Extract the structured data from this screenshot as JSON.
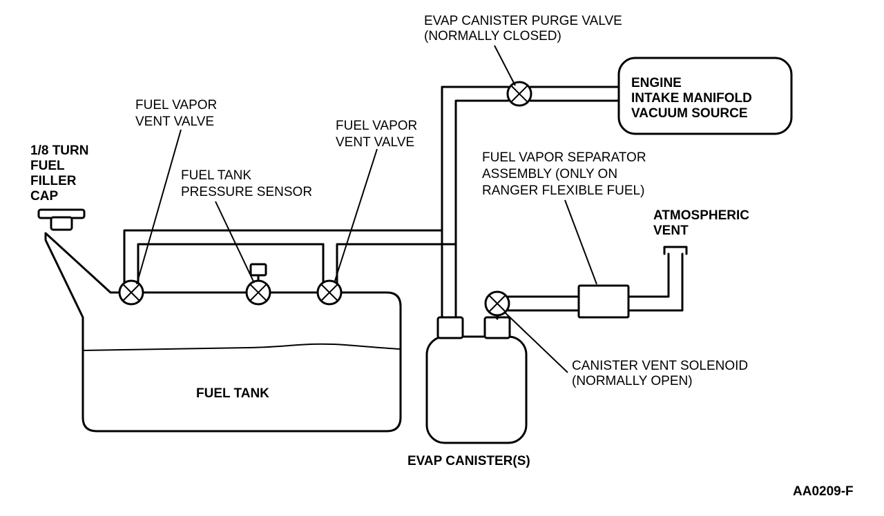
{
  "labels": {
    "filler_cap": [
      "1/8 TURN",
      "FUEL",
      "FILLER",
      "CAP"
    ],
    "vent_valve_left": [
      "FUEL VAPOR",
      "VENT VALVE"
    ],
    "pressure_sensor": [
      "FUEL TANK",
      "PRESSURE SENSOR"
    ],
    "vent_valve_right": [
      "FUEL VAPOR",
      "VENT VALVE"
    ],
    "purge_valve": [
      "EVAP CANISTER PURGE VALVE",
      "(NORMALLY CLOSED)"
    ],
    "engine": [
      "ENGINE",
      "INTAKE MANIFOLD",
      "VACUUM SOURCE"
    ],
    "separator": [
      "FUEL VAPOR SEPARATOR",
      "ASSEMBLY (ONLY ON",
      "RANGER FLEXIBLE FUEL)"
    ],
    "atmospheric_vent": [
      "ATMOSPHERIC",
      "VENT"
    ],
    "vent_solenoid": [
      "CANISTER VENT SOLENOID",
      "(NORMALLY OPEN)"
    ],
    "fuel_tank": "FUEL TANK",
    "evap_canister": "EVAP CANISTER(S)",
    "figure_id": "AA0209-F"
  }
}
